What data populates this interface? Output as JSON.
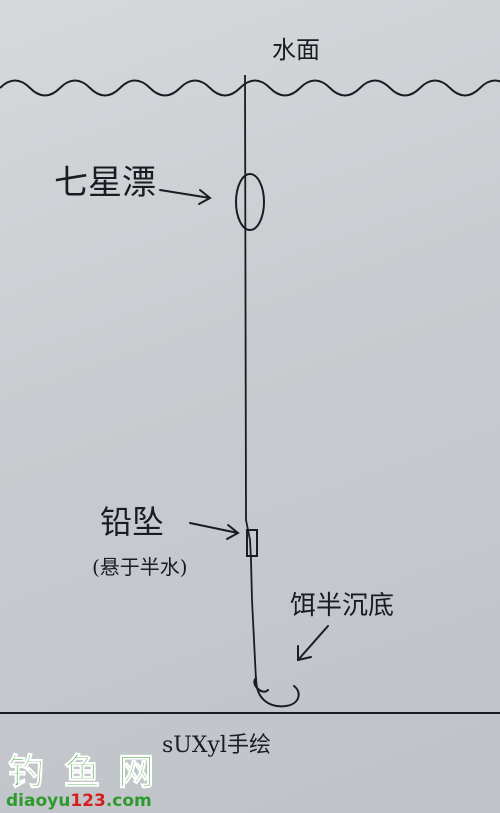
{
  "labels": {
    "water_surface": "水面",
    "float": "七星漂",
    "sinker": "铅坠",
    "sinker_note": "(悬于半水)",
    "bait": "饵半沉底",
    "signature": "sUXyl手绘"
  },
  "watermark": {
    "characters": [
      "钓",
      "鱼",
      "网"
    ],
    "url_prefix": "diaoyu",
    "url_digits": "123",
    "url_suffix": ".com"
  },
  "colors": {
    "ink": "#1b1c22",
    "paper": "#c9ccd0",
    "watermark_green": "#2e9a2e",
    "watermark_red": "#d32020"
  }
}
